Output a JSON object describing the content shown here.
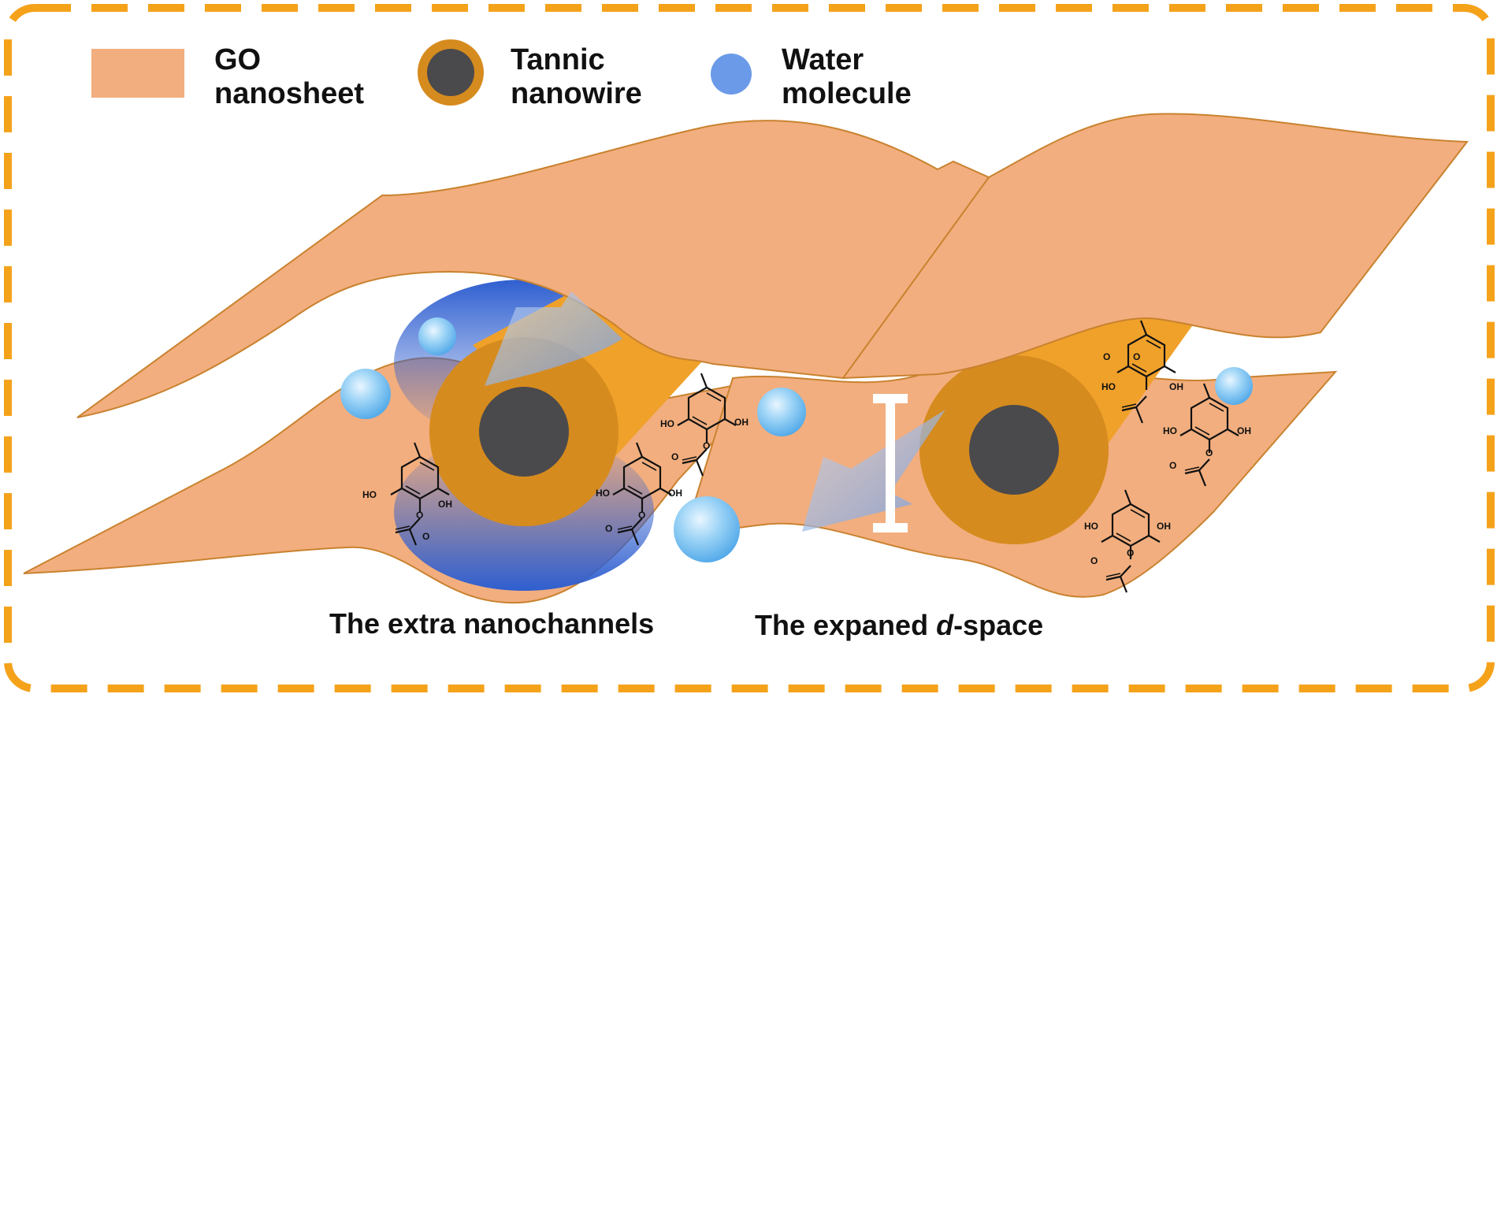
{
  "legend": {
    "go_nanosheet": {
      "line1": "GO",
      "line2": "nanosheet"
    },
    "tannic_nanowire": {
      "line1": "Tannic",
      "line2": "nanowire"
    },
    "water_molecule": {
      "line1": "Water",
      "line2": "molecule"
    }
  },
  "captions": {
    "extra_nanochannels": "The extra nanochannels",
    "expanded_dspace_prefix": "The expaned ",
    "expanded_dspace_italic": "d",
    "expanded_dspace_suffix": "-space"
  },
  "molecule_labels": {
    "ho": "HO",
    "oh": "OH",
    "o": "O"
  },
  "colors": {
    "frame": "#F5A21B",
    "go_sheet": "#F2AE7E",
    "go_edge": "#C9822F",
    "nanowire_outer": "#D68B1E",
    "nanowire_core": "#4A4A4C",
    "water": "#6CB4EC",
    "channel_blue": "#2F5FD0"
  }
}
